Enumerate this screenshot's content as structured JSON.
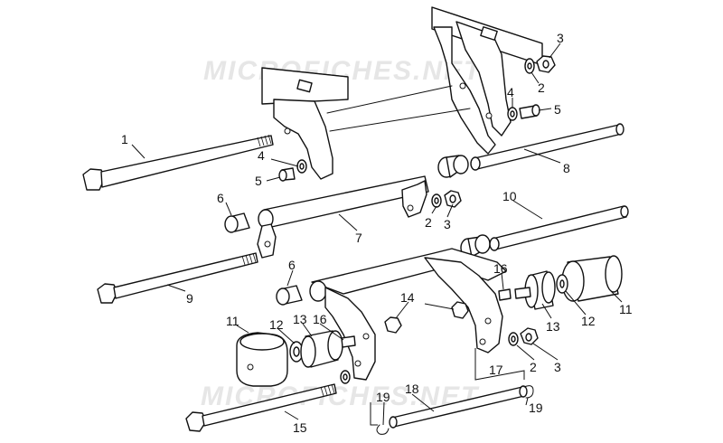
{
  "watermark": {
    "text": "MICROFICHES.NET",
    "color": "#e6e6e6"
  },
  "diagram": {
    "line_color": "#111111",
    "background": "#ffffff",
    "callouts": {
      "c1": "1",
      "c2a": "2",
      "c2b": "2",
      "c2c": "2",
      "c3a": "3",
      "c3b": "3",
      "c3c": "3",
      "c4a": "4",
      "c4b": "4",
      "c5a": "5",
      "c5b": "5",
      "c6a": "6",
      "c6b": "6",
      "c7": "7",
      "c8": "8",
      "c9": "9",
      "c10": "10",
      "c11a": "11",
      "c11b": "11",
      "c12a": "12",
      "c12b": "12",
      "c13a": "13",
      "c13b": "13",
      "c14": "14",
      "c15": "15",
      "c16a": "16",
      "c16b": "16",
      "c17": "17",
      "c18": "18",
      "c19a": "19",
      "c19b": "19"
    }
  }
}
